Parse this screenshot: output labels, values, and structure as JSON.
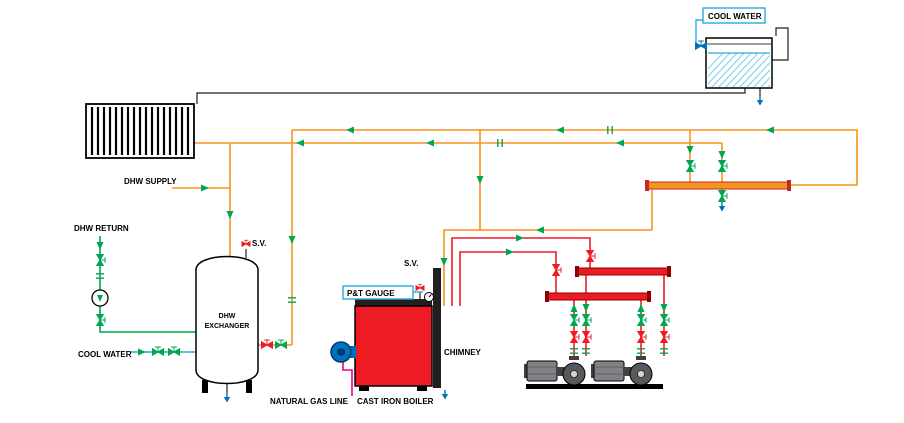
{
  "diagram": {
    "labels": {
      "cool_water_top": "COOL WATER",
      "dhw_supply": "DHW SUPPLY",
      "dhw_return": "DHW RETURN",
      "cool_water_bottom": "COOL WATER",
      "sv_tank": "S.V.",
      "sv_boiler": "S.V.",
      "pt_gauge": "P&T GAUGE",
      "chimney": "CHIMNEY",
      "natural_gas_line": "NATURAL GAS LINE",
      "cast_iron_boiler": "CAST IRON BOILER",
      "dhw_exchanger_1": "DHW",
      "dhw_exchanger_2": "EXCHANGER"
    },
    "colors": {
      "pipe-orange": "#F7941D",
      "pipe-red": "#ED1C24",
      "pipe-green": "#00A651",
      "pipe-cyan": "#29ABE2",
      "pipe-magenta": "#EC008C",
      "pipe-blue": "#0071BC",
      "pipe-black": "#231F20",
      "equipment-red": "#ED1C24",
      "equipment-gray": "#808285",
      "water-hatch": "#7ACCEA"
    }
  }
}
